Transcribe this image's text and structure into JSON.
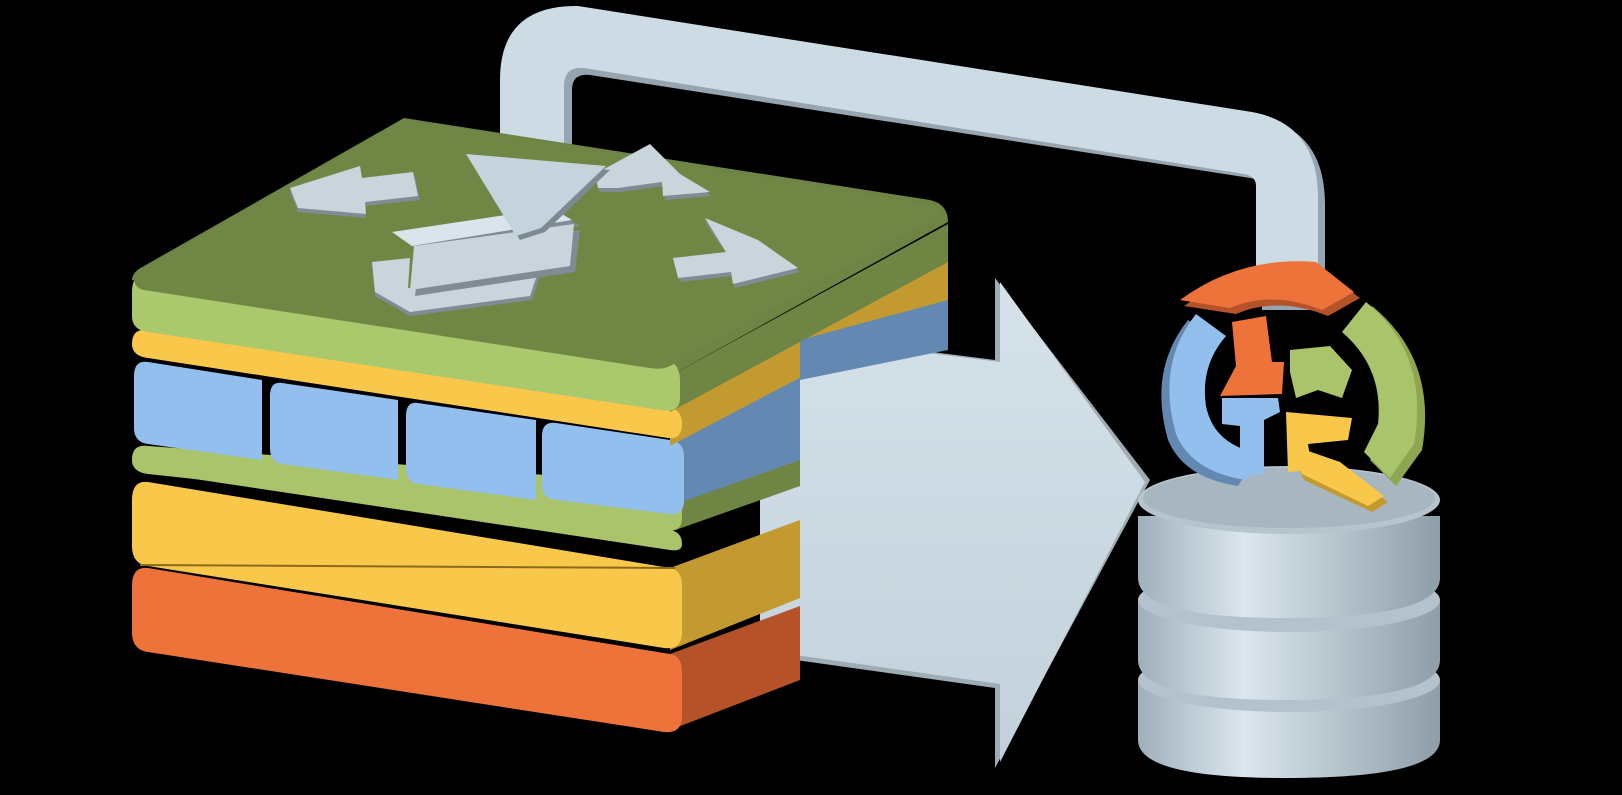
{
  "diagram": {
    "background": "#000000",
    "colors": {
      "green": "#a9c46a",
      "green_dark": "#6f8544",
      "yellow": "#f9c84a",
      "yellow_dark": "#c39a2f",
      "blue": "#93bfef",
      "blue_dark": "#6388b2",
      "orange": "#ee733b",
      "orange_dark": "#b6522a",
      "arrow": "#cbdae4",
      "arrow_shadow": "#8d9ba6",
      "database": "#c6d3dc",
      "database_shade": "#9aa8b2"
    },
    "layer_stack": {
      "layers": [
        "green",
        "yellow",
        "blue",
        "green",
        "yellow",
        "orange"
      ],
      "blue_layer_blocks": 4,
      "top_icon": "four-way-arrows-icon"
    },
    "connectors": [
      "loop-arrow",
      "big-right-arrow"
    ],
    "database": {
      "disks": 3,
      "top_icon": "refresh-cycle-icon"
    }
  }
}
